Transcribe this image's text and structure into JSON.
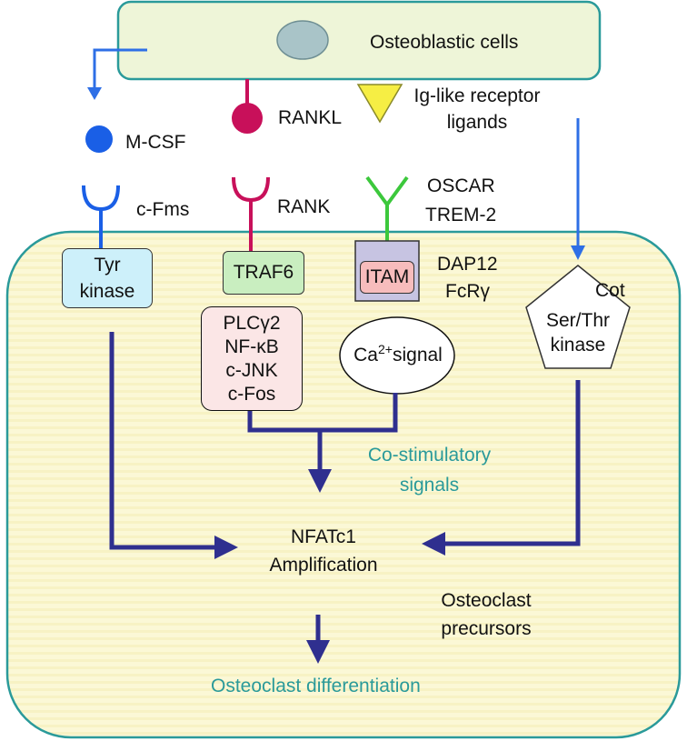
{
  "colors": {
    "cell_fill": "#fbf8d6",
    "cell_border": "#2a9a9a",
    "osteoblast_fill": "#eef5d8",
    "nucleus": "#a9c4c8",
    "mcsf": "#1a5fe6",
    "rank": "#c8105a",
    "oscar": "#3cc83c",
    "ligand": "#f6ee44",
    "signal_arrow": "#2f2f8f",
    "blue_arrow": "#2e6fe6",
    "teal_text": "#2a9a9a",
    "tyr_fill": "#cdf0fa",
    "traf6_fill": "#c9eec0",
    "itam_fill": "#f7bcbc",
    "dap12_fill": "#c7c4e2",
    "plc_fill": "#fbe6e6"
  },
  "icons": {
    "nucleus": "ellipse",
    "mcsf": "filled-circle",
    "rankl": "lollipop",
    "ligand": "inverted-triangle",
    "receptors": "y-shaped-receptor",
    "kinase_shape": "pentagon"
  },
  "osteoblast": {
    "label": "Osteoblastic cells"
  },
  "ligands": {
    "mcsf": "M-CSF",
    "rankl": "RANKL",
    "ig_like_line1": "Ig-like receptor",
    "ig_like_line2": "ligands"
  },
  "receptors": {
    "cfms": "c-Fms",
    "rank": "RANK",
    "oscar": "OSCAR",
    "trem2": "TREM-2"
  },
  "adaptors": {
    "tyr_line1": "Tyr",
    "tyr_line2": "kinase",
    "traf6": "TRAF6",
    "itam": "ITAM",
    "dap12": "DAP12",
    "fcrg": "FcRγ",
    "cot": "Cot",
    "serthr_line1": "Ser/Thr",
    "serthr_line2": "kinase"
  },
  "signaling": {
    "plc": "PLCγ2",
    "nfkb": "NF-κB",
    "cjnk": "c-JNK",
    "cfos": "c-Fos",
    "ca_base": "Ca",
    "ca_sup": "2+",
    "ca_rest": "signal"
  },
  "costim": {
    "line1": "Co-stimulatory",
    "line2": "signals"
  },
  "nfatc1": {
    "line1": "NFATc1",
    "line2": "Amplification"
  },
  "precursors": {
    "line1": "Osteoclast",
    "line2": "precursors"
  },
  "outcome": "Osteoclast differentiation"
}
